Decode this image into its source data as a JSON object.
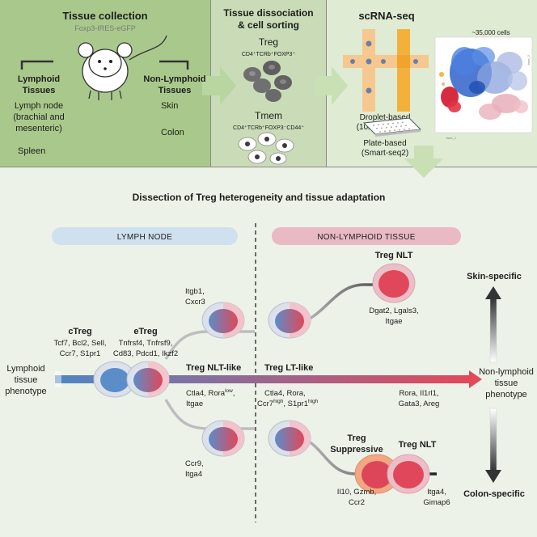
{
  "panels": {
    "tissue": {
      "title": "Tissue collection",
      "mouse_strain": "Foxp3-IRES-eGFP",
      "lymphoid": {
        "heading_line1": "Lymphoid",
        "heading_line2": "Tissues",
        "items": [
          "Lymph node",
          "(brachial and",
          "mesenteric)",
          "Spleen"
        ]
      },
      "nonlymphoid": {
        "heading_line1": "Non-Lymphoid",
        "heading_line2": "Tissues",
        "items": [
          "Skin",
          "Colon"
        ]
      }
    },
    "dissociation": {
      "title_line1": "Tissue dissociation",
      "title_line2": "& cell sorting",
      "treg_label": "Treg",
      "treg_markers": "CD4⁺TCRb⁺FOXP3⁺",
      "tmem_label": "Tmem",
      "tmem_markers": "CD4⁺TCRb⁺FOXP3⁻CD44⁺"
    },
    "scrna": {
      "title": "scRNA-seq",
      "cell_count": "~35,000 cells",
      "droplet_line1": "Droplet-based",
      "droplet_line2": "(10x Genomics)",
      "plate_line1": "Plate-based",
      "plate_line2": "(Smart-seq2)",
      "tsne_x_label": "tsne_1",
      "tsne_y_label": "tsne_2"
    }
  },
  "dissection": {
    "title": "Dissection of Treg heterogeneity and tissue adaptation",
    "lymph_node_label": "LYMPH NODE",
    "nonlymphoid_label": "NON-LYMPHOID TISSUE",
    "left_axis_line1": "Lymphoid",
    "left_axis_line2": "tissue",
    "left_axis_line3": "phenotype",
    "right_axis_line1": "Non-lymphoid",
    "right_axis_line2": "tissue",
    "right_axis_line3": "phenotype",
    "skin_specific": "Skin-specific",
    "colon_specific": "Colon-specific",
    "ctreg": {
      "name": "cTreg",
      "genes": [
        "Tcf7, Bcl2, Sell,",
        "Ccr7, S1pr1"
      ]
    },
    "etreg": {
      "name": "eTreg",
      "genes": [
        "Tnfrsf4, Tnfrsf9,",
        "Cd83, Pdcd1, Ikzf2"
      ]
    },
    "upper_branch_genes": [
      "Itgb1,",
      "Cxcr3"
    ],
    "lower_branch_genes": [
      "Ccr9,",
      "Itga4"
    ],
    "treg_nlt_like": {
      "name": "Treg NLT-like",
      "genes_line1": "Ctla4, Rora",
      "genes_sup": "low",
      "genes_line1_tail": ",",
      "genes_line2": "Itgae"
    },
    "treg_lt_like": {
      "name": "Treg LT-like",
      "genes_line1": "Ctla4, Rora,",
      "genes_line2_a": "Ccr7",
      "genes_line2_sup_a": "high",
      "genes_line2_b": ", S1pr1",
      "genes_line2_sup_b": "high"
    },
    "middle_right_genes": [
      "Rora, Il1rl1,",
      "Gata3, Areg"
    ],
    "treg_nlt_skin": {
      "name": "Treg NLT",
      "genes": [
        "Dgat2, Lgals3,",
        "Itgae"
      ]
    },
    "treg_suppressive": {
      "name_line1": "Treg",
      "name_line2": "Suppressive",
      "genes": [
        "Il10, Gzmb,",
        "Ccr2"
      ]
    },
    "treg_nlt_colon": {
      "name": "Treg NLT",
      "genes": [
        "Itga4,",
        "Gimap6"
      ]
    }
  },
  "colors": {
    "panel_green_dark": "#a9c98c",
    "panel_green_mid": "#c9dcb7",
    "panel_green_light": "#dfebd3",
    "bottom_bg": "#edf2e9",
    "lymph_pill": "#cfe0ef",
    "nonlymph_pill": "#e9b9c4",
    "cell_blue": "#5b8dc9",
    "cell_red": "#dd4658",
    "arrow_green": "#b9d6a0"
  }
}
